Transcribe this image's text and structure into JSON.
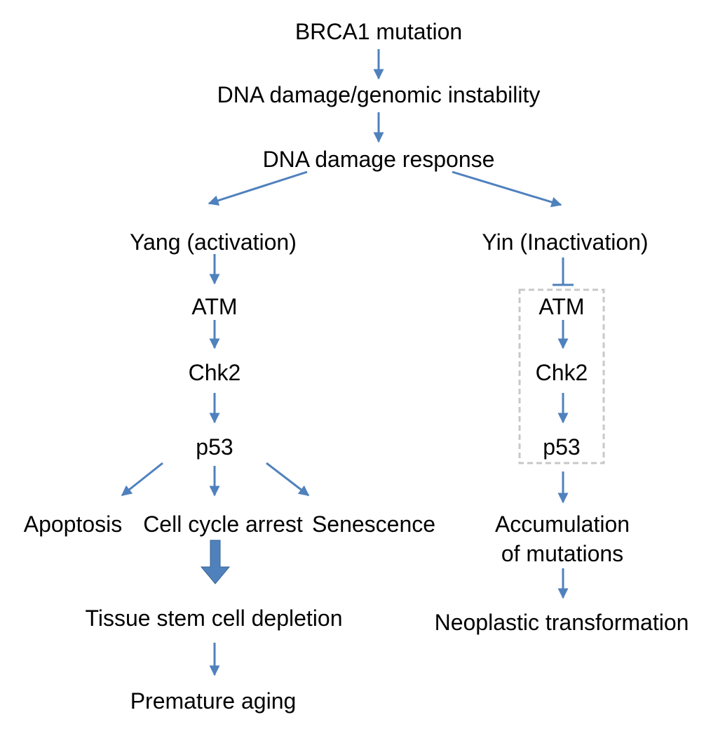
{
  "colors": {
    "arrow": "#4f81bd",
    "box": "#c8c8c8",
    "text": "#000000"
  },
  "nodes": {
    "brca1": "BRCA1 mutation",
    "dna_damage": "DNA damage/genomic instability",
    "ddr": "DNA damage response",
    "yang": "Yang (activation)",
    "yin": "Yin (Inactivation)",
    "atm_left": "ATM",
    "chk2_left": "Chk2",
    "p53_left": "p53",
    "apoptosis": "Apoptosis",
    "cell_cycle_arrest": "Cell cycle arrest",
    "senescence": "Senescence",
    "tissue_stem": "Tissue stem cell depletion",
    "premature_aging": "Premature aging",
    "atm_right": "ATM",
    "chk2_right": "Chk2",
    "p53_right": "p53",
    "accumulation": "Accumulation",
    "of_mutations": "of mutations",
    "neoplastic": "Neoplastic transformation"
  }
}
